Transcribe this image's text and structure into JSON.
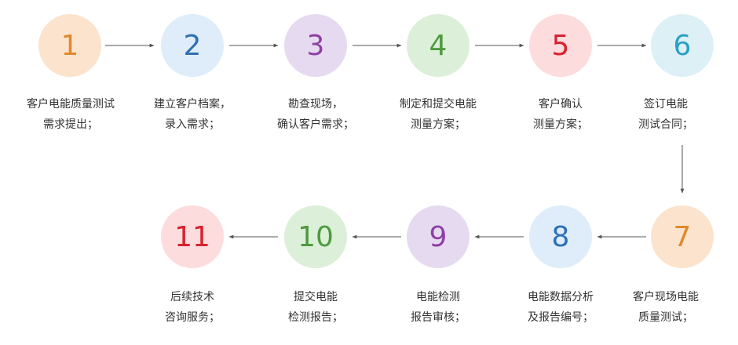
{
  "steps": [
    {
      "num": "1",
      "line1": "客户电能质量测试",
      "line2": "需求提出；",
      "bg": "#fbe3cd",
      "fg": "#e08a2c"
    },
    {
      "num": "2",
      "line1": "建立客户档案，",
      "line2": "录入需求；",
      "bg": "#deedf9",
      "fg": "#2f6fb6"
    },
    {
      "num": "3",
      "line1": "勘查现场，",
      "line2": "确认客户需求；",
      "bg": "#e6daf0",
      "fg": "#8e3fa6"
    },
    {
      "num": "4",
      "line1": "制定和提交电能",
      "line2": "测量方案；",
      "bg": "#dcefd8",
      "fg": "#4f9a3f"
    },
    {
      "num": "5",
      "line1": "客户确认",
      "line2": "测量方案；",
      "bg": "#fddcde",
      "fg": "#d8232f"
    },
    {
      "num": "6",
      "line1": "签订电能",
      "line2": "测试合同；",
      "bg": "#dcf0f6",
      "fg": "#2ba0c4"
    },
    {
      "num": "7",
      "line1": "客户现场电能",
      "line2": "质量测试；",
      "bg": "#fbe3cd",
      "fg": "#e08a2c"
    },
    {
      "num": "8",
      "line1": "电能数据分析",
      "line2": "及报告编号；",
      "bg": "#deedf9",
      "fg": "#2f6fb6"
    },
    {
      "num": "9",
      "line1": "电能检测",
      "line2": "报告审核；",
      "bg": "#e6daf0",
      "fg": "#8e3fa6"
    },
    {
      "num": "10",
      "line1": "提交电能",
      "line2": "检测报告；",
      "bg": "#dcefd8",
      "fg": "#4f9a3f"
    },
    {
      "num": "11",
      "line1": "后续技术",
      "line2": "咨询服务；",
      "bg": "#fddcde",
      "fg": "#d8232f"
    }
  ],
  "colors": {
    "arrow": "#555555",
    "text": "#333333"
  }
}
